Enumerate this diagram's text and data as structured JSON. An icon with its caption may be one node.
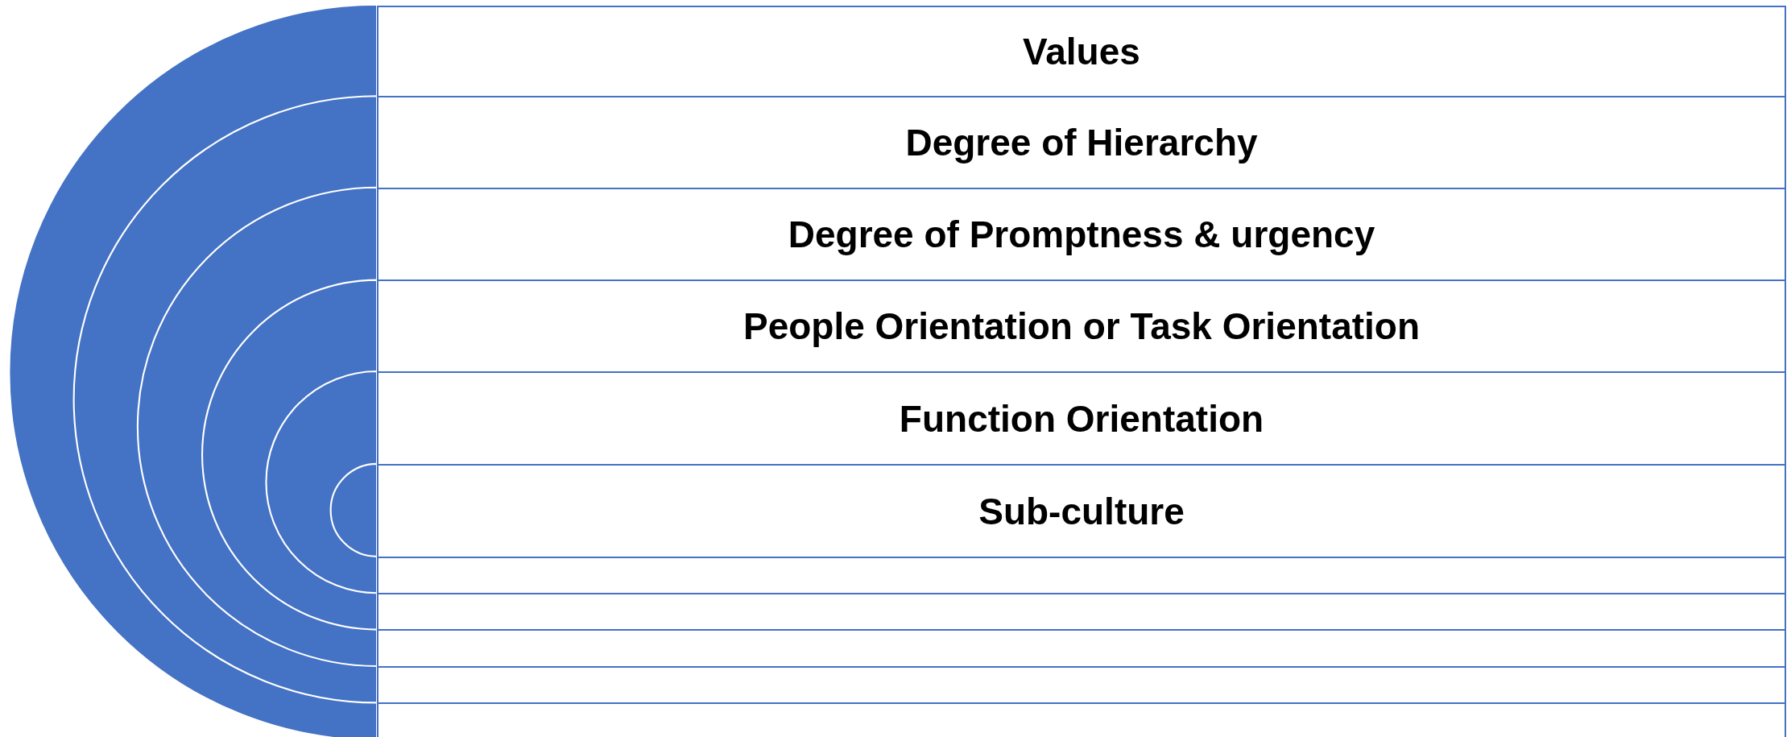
{
  "diagram": {
    "nodes": [
      {
        "text": [
          "Values"
        ]
      },
      {
        "text": [
          "Degree of Hierarchy"
        ]
      },
      {
        "text": [
          "Degree of Promptness & urgency"
        ]
      },
      {
        "text": [
          "People Orientation or Task Orientation"
        ]
      },
      {
        "text": [
          "Function Orientation"
        ]
      },
      {
        "text": [
          "Sub-culture"
        ]
      },
      {
        "text": [],
        "shape": "bar"
      },
      {
        "text": [],
        "shape": "bar"
      },
      {
        "text": [],
        "shape": "bar"
      },
      {
        "text": [],
        "shape": "bar"
      },
      {
        "text": [],
        "shape": "bar"
      }
    ]
  }
}
